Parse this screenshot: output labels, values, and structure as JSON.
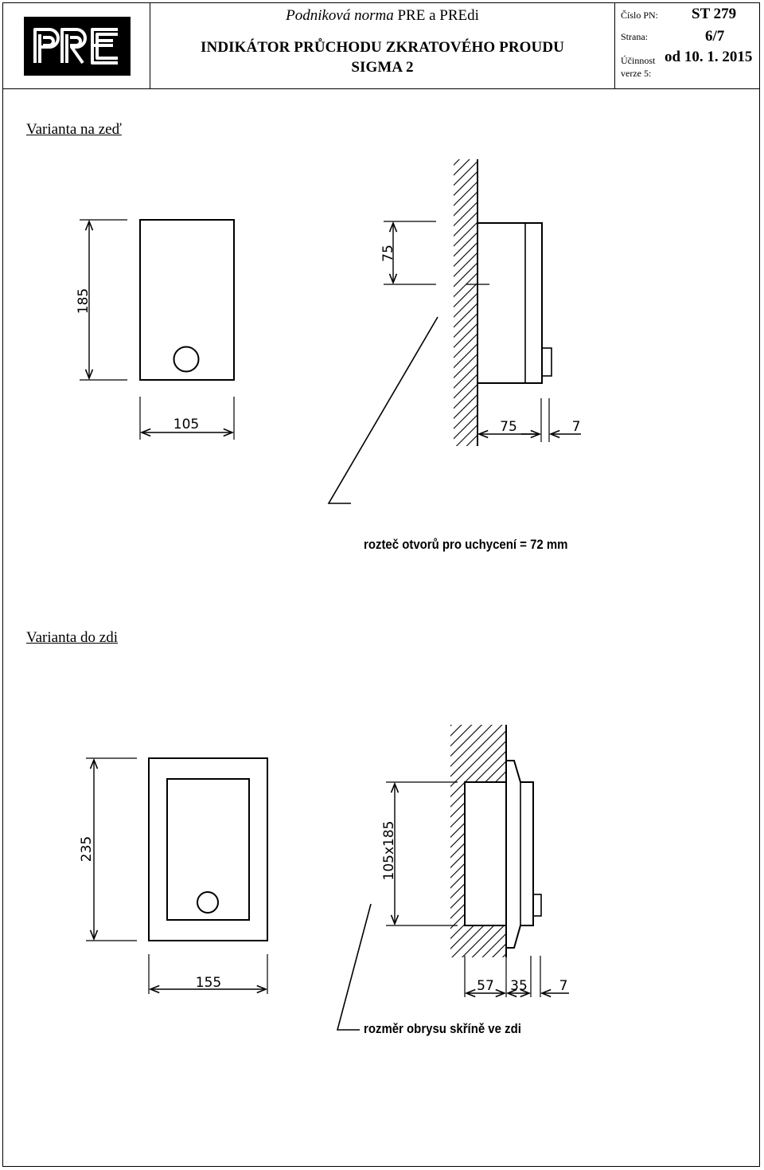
{
  "header": {
    "logo_text": "PRE",
    "standard_italic": "Podniková norma",
    "standard_rest": "PRE a PREdi",
    "title_line1": "INDIKÁTOR PRŮCHODU ZKRATOVÉHO PROUDU",
    "title_line2": "SIGMA 2",
    "doc_label": "Číslo PN:",
    "doc_value": "ST 279",
    "page_label": "Strana:",
    "page_value": "6/7",
    "validity_label1": "Účinnost",
    "validity_label2": "verze 5:",
    "validity_value": "od 10. 1. 2015"
  },
  "section1": {
    "heading": "Varianta na zeď",
    "dims": {
      "height": "185",
      "width": "105",
      "offset": "75",
      "depth": "75",
      "cap": "7"
    },
    "note": "rozteč otvorů pro uchycení = 72 mm"
  },
  "section2": {
    "heading": "Varianta do zdi",
    "dims": {
      "height": "235",
      "width": "155",
      "opening": "105x185",
      "depth_in": "57",
      "depth_out": "35",
      "cap": "7"
    },
    "note": "rozměr obrysu skříně ve zdi"
  }
}
